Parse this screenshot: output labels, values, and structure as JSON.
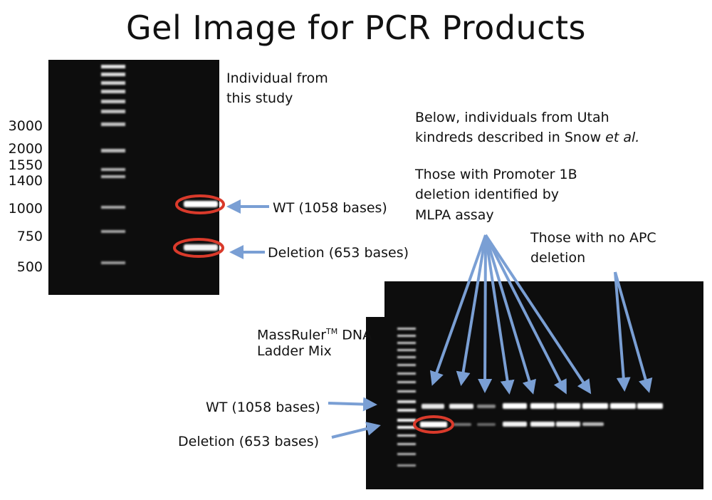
{
  "title": "Gel Image for PCR Products",
  "gel1": {
    "caption": [
      "Individual from",
      "this study"
    ],
    "size_markers": [
      "3000",
      "2000",
      "1550",
      "1400",
      "1000",
      "750",
      "500"
    ],
    "wt_label": "WT (1058 bases)",
    "deletion_label": "Deletion (653 bases)"
  },
  "gel2": {
    "note_prefix": "Below, individuals from Utah",
    "note_line2": "kindreds described in Snow ",
    "note_italic": "et al.",
    "promoter_group": [
      "Those with Promoter 1B",
      "deletion identified by",
      "MLPA assay"
    ],
    "no_deletion_group": [
      "Those with no APC",
      "deletion"
    ],
    "ladder_line1": "MassRuler",
    "ladder_sup": "TM",
    "ladder_line1_rest": " DNA",
    "ladder_line2": "Ladder Mix",
    "wt_label": "WT (1058 bases)",
    "deletion_label": "Deletion (653 bases)"
  },
  "colors": {
    "arrow": "#7a9fd4",
    "circle": "#d93a2b",
    "gel": "#0d0d0d",
    "band": "#ffffff"
  }
}
